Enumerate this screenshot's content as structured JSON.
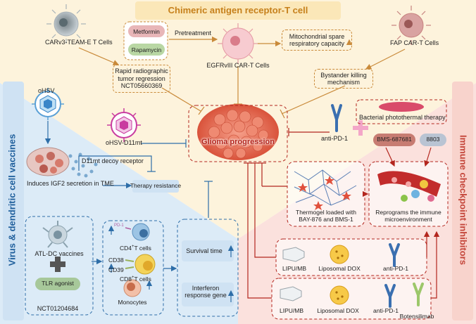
{
  "header": {
    "title": "Chimeric antigen receptor-T cell"
  },
  "left_panel": {
    "title": "Virus & dendritic cell vaccines"
  },
  "right_panel": {
    "title": "Immune checkpoint inhibitors"
  },
  "car_t": {
    "carv3": "CARv3-TEAM-E T Cells",
    "metformin": "Metformin",
    "rapamycin": "Rapamycin",
    "pretreatment": "Pretreatment",
    "egfr": "EGFRvIII CAR-T Cells",
    "mito_line1": "Mitochondrial spare",
    "mito_line2": "respiratory capacity",
    "fap": "FAP CAR-T Cells",
    "rapid_line1": "Rapid radiographic",
    "rapid_line2": "tumor regression",
    "rapid_line3": "NCT05660369",
    "bystander_line1": "Bystander killing",
    "bystander_line2": "mechanism"
  },
  "center": {
    "glioma": "Glioma progression"
  },
  "virus": {
    "ohsv": "oHSV",
    "ohsv_d11": "oHSV-D11mt",
    "decoy": "D11mt decoy receptor",
    "igf2": "Induces IGF2 secretion in TME",
    "therapy_resistance": "Therapy resistance"
  },
  "dc": {
    "atl": "ATL-DC vaccines",
    "tlr": "TLR agonist",
    "nct": "NCT01204684",
    "pd1_small": "PD-1",
    "cd4_prefix": "CD4",
    "cd4_sup": "+",
    "cd4_suffix": "T cells",
    "cd38": "CD38",
    "cd39": "CD39",
    "cd8_prefix": "CD8",
    "cd8_sup": "+",
    "cd8_suffix": "T cells",
    "monocytes": "Monocytes",
    "survival": "Survival time",
    "ifn_line1": "Interferon",
    "ifn_line2": "response gene"
  },
  "icb": {
    "anti_pd1_top": "anti-PD-1",
    "bacterial": "Bacterial photothermal therapy",
    "bms687681": "BMS-687681",
    "n8803": "8803",
    "thermogel_line1": "Thermogel loaded with",
    "thermogel_line2": "BAY-876 and BMS-1",
    "reprogram_line1": "Reprograms the immune",
    "reprogram_line2": "microenvironment",
    "row1": [
      "LIPU/MB",
      "Liposomal DOX",
      "anti-PD-1"
    ],
    "row2": [
      "LIPU/MB",
      "Liposomal DOX",
      "anti-PD-1",
      "Botensilimab"
    ]
  },
  "colors": {
    "header_bg": "#fbe7b8",
    "header_text": "#c6801b",
    "left_bg": "#dcebf7",
    "left_text": "#1f5f9c",
    "right_bg": "#fbe1dd",
    "right_text": "#c4463a",
    "red_arrow": "#b3261e",
    "orange_arrow": "#c98a3a",
    "blue_arrow": "#2e6ea8"
  }
}
